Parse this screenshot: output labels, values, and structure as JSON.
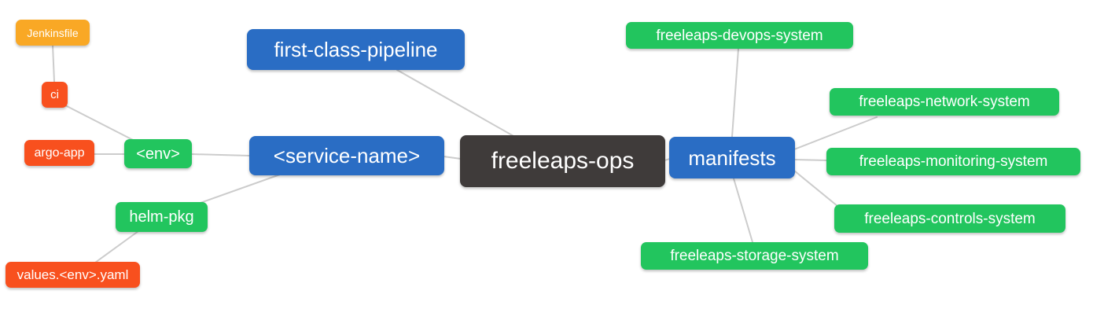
{
  "diagram": {
    "type": "mindmap",
    "root_id": "freeleaps_ops",
    "colors": {
      "root": "#3f3b3a",
      "primary_branch": "#2a6dc4",
      "secondary_branch": "#22c55e",
      "leaf_red": "#f8501e",
      "leaf_orange": "#f9a825",
      "connector": "#cccccc",
      "node_text": "#ffffff",
      "background": "#ffffff"
    },
    "nodes": {
      "jenkinsfile": {
        "label": "Jenkinsfile",
        "color": "#f9a825"
      },
      "ci": {
        "label": "ci",
        "color": "#f8501e"
      },
      "argo_app": {
        "label": "argo-app",
        "color": "#f8501e"
      },
      "env": {
        "label": "<env>",
        "color": "#22c55e"
      },
      "helm_pkg": {
        "label": "helm-pkg",
        "color": "#22c55e"
      },
      "values_env_yaml": {
        "label": "values.<env>.yaml",
        "color": "#f8501e"
      },
      "first_class_pipeline": {
        "label": "first-class-pipeline",
        "color": "#2a6dc4"
      },
      "service_name": {
        "label": "<service-name>",
        "color": "#2a6dc4"
      },
      "freeleaps_ops": {
        "label": "freeleaps-ops",
        "color": "#3f3b3a"
      },
      "manifests": {
        "label": "manifests",
        "color": "#2a6dc4"
      },
      "devops_system": {
        "label": "freeleaps-devops-system",
        "color": "#22c55e"
      },
      "network_system": {
        "label": "freeleaps-network-system",
        "color": "#22c55e"
      },
      "monitoring_system": {
        "label": "freeleaps-monitoring-system",
        "color": "#22c55e"
      },
      "controls_system": {
        "label": "freeleaps-controls-system",
        "color": "#22c55e"
      },
      "storage_system": {
        "label": "freeleaps-storage-system",
        "color": "#22c55e"
      }
    },
    "edges": [
      [
        "jenkinsfile",
        "ci"
      ],
      [
        "ci",
        "env"
      ],
      [
        "argo_app",
        "env"
      ],
      [
        "env",
        "service_name"
      ],
      [
        "helm_pkg",
        "service_name"
      ],
      [
        "values_env_yaml",
        "helm_pkg"
      ],
      [
        "first_class_pipeline",
        "freeleaps_ops"
      ],
      [
        "service_name",
        "freeleaps_ops"
      ],
      [
        "freeleaps_ops",
        "manifests"
      ],
      [
        "manifests",
        "devops_system"
      ],
      [
        "manifests",
        "network_system"
      ],
      [
        "manifests",
        "monitoring_system"
      ],
      [
        "manifests",
        "controls_system"
      ],
      [
        "manifests",
        "storage_system"
      ]
    ]
  }
}
